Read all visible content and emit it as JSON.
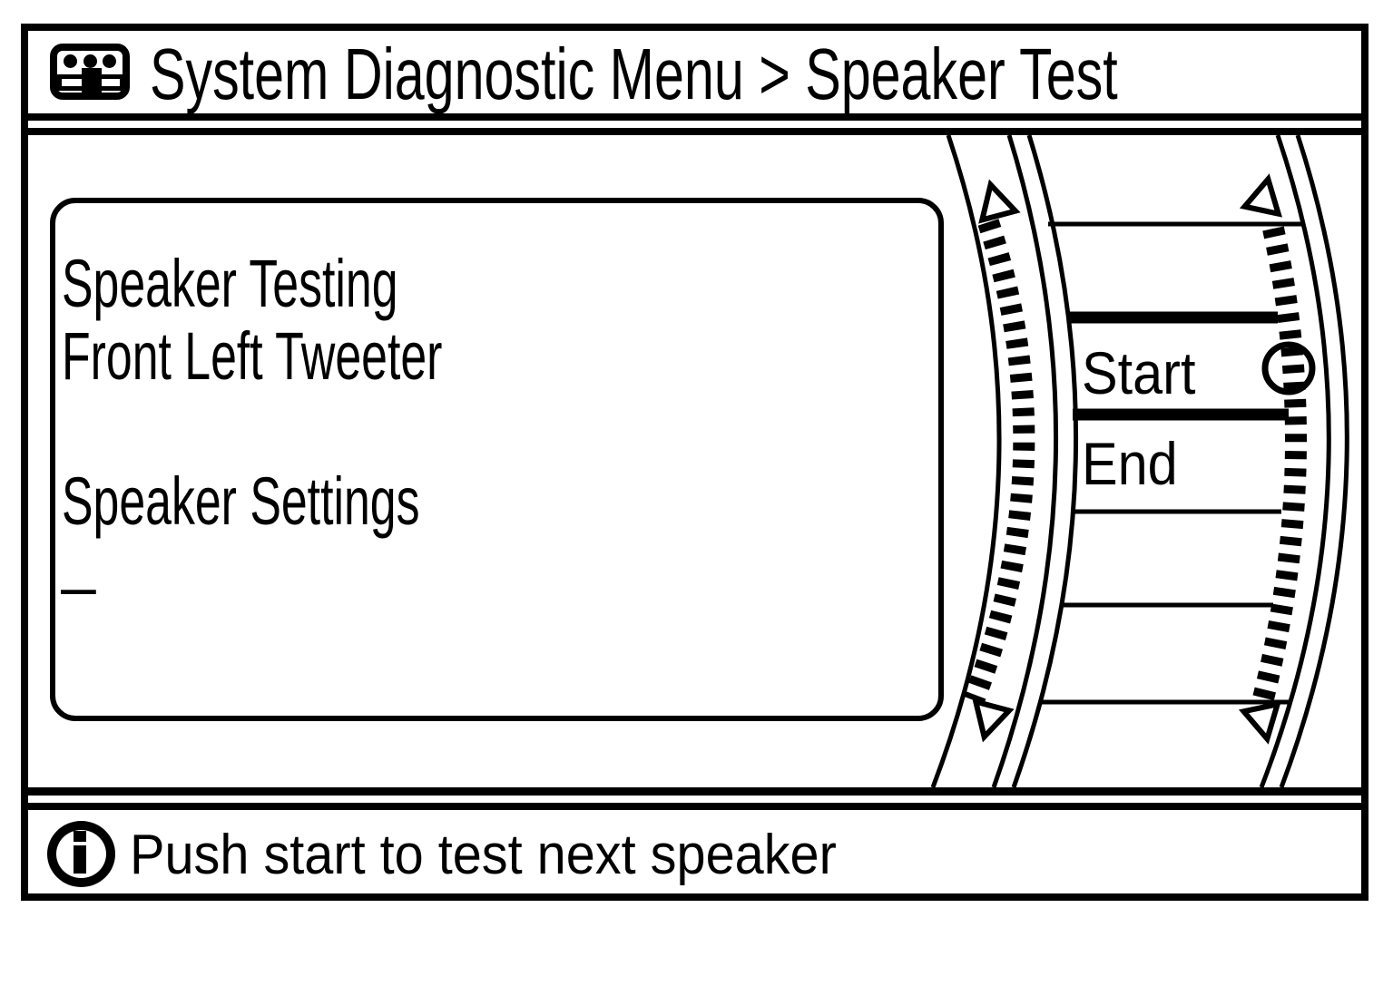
{
  "header": {
    "title": "System Diagnostic Menu > Speaker Test",
    "icon": "audio-settings-icon"
  },
  "content": {
    "box_lines": [
      "Speaker Testing",
      "Front Left Tweeter",
      "Speaker Settings"
    ],
    "cursor": "_"
  },
  "menu": {
    "items": [
      {
        "label": "Start",
        "selected": true
      },
      {
        "label": "End",
        "selected": false
      }
    ]
  },
  "status_bar": {
    "icon": "info-icon",
    "text": "Push start to test next speaker"
  },
  "colors": {
    "foreground": "#000000",
    "background": "#ffffff"
  }
}
